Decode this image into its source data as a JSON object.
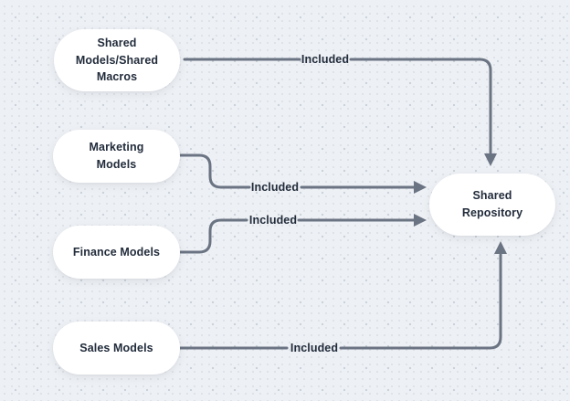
{
  "colors": {
    "background": "#edf0f4",
    "grid_dot": "#c9d0da",
    "node_fill": "#ffffff",
    "connector": "#6b7483",
    "text": "#222c3b"
  },
  "diagram": {
    "nodes": [
      {
        "id": "shared-models-shared-macros",
        "label": "Shared Models/Shared Macros"
      },
      {
        "id": "marketing-models",
        "label": "Marketing Models"
      },
      {
        "id": "finance-models",
        "label": "Finance Models"
      },
      {
        "id": "sales-models",
        "label": "Sales Models"
      },
      {
        "id": "shared-repository",
        "label": "Shared Repository"
      }
    ],
    "edges": [
      {
        "from": "Shared Models/Shared Macros",
        "to": "Shared Repository",
        "label": "Included"
      },
      {
        "from": "Marketing Models",
        "to": "Shared Repository",
        "label": "Included"
      },
      {
        "from": "Finance Models",
        "to": "Shared Repository",
        "label": "Included"
      },
      {
        "from": "Sales Models",
        "to": "Shared Repository",
        "label": "Included"
      }
    ]
  }
}
